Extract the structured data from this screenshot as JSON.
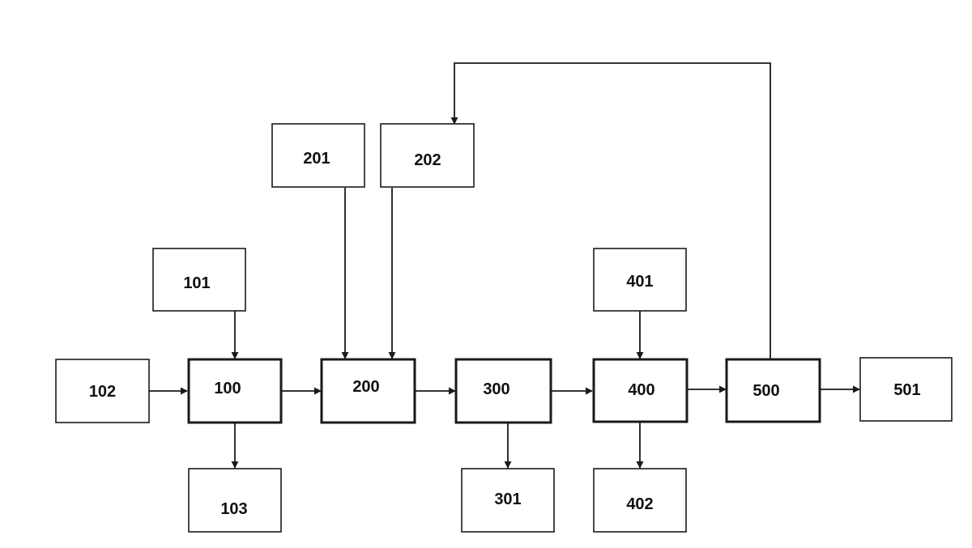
{
  "colors": {
    "stroke": "#1a1a1a",
    "background": "#ffffff",
    "text": "#111111"
  },
  "nodes": {
    "n100": "100",
    "n101": "101",
    "n102": "102",
    "n103": "103",
    "n200": "200",
    "n201": "201",
    "n202": "202",
    "n300": "300",
    "n301": "301",
    "n400": "400",
    "n401": "401",
    "n402": "402",
    "n500": "500",
    "n501": "501"
  },
  "edges": [
    [
      "102",
      "100"
    ],
    [
      "101",
      "100"
    ],
    [
      "100",
      "103"
    ],
    [
      "100",
      "200"
    ],
    [
      "201",
      "200"
    ],
    [
      "202",
      "200"
    ],
    [
      "200",
      "300"
    ],
    [
      "300",
      "301"
    ],
    [
      "300",
      "400"
    ],
    [
      "401",
      "400"
    ],
    [
      "400",
      "402"
    ],
    [
      "400",
      "500"
    ],
    [
      "500",
      "501"
    ],
    [
      "500",
      "202"
    ]
  ]
}
